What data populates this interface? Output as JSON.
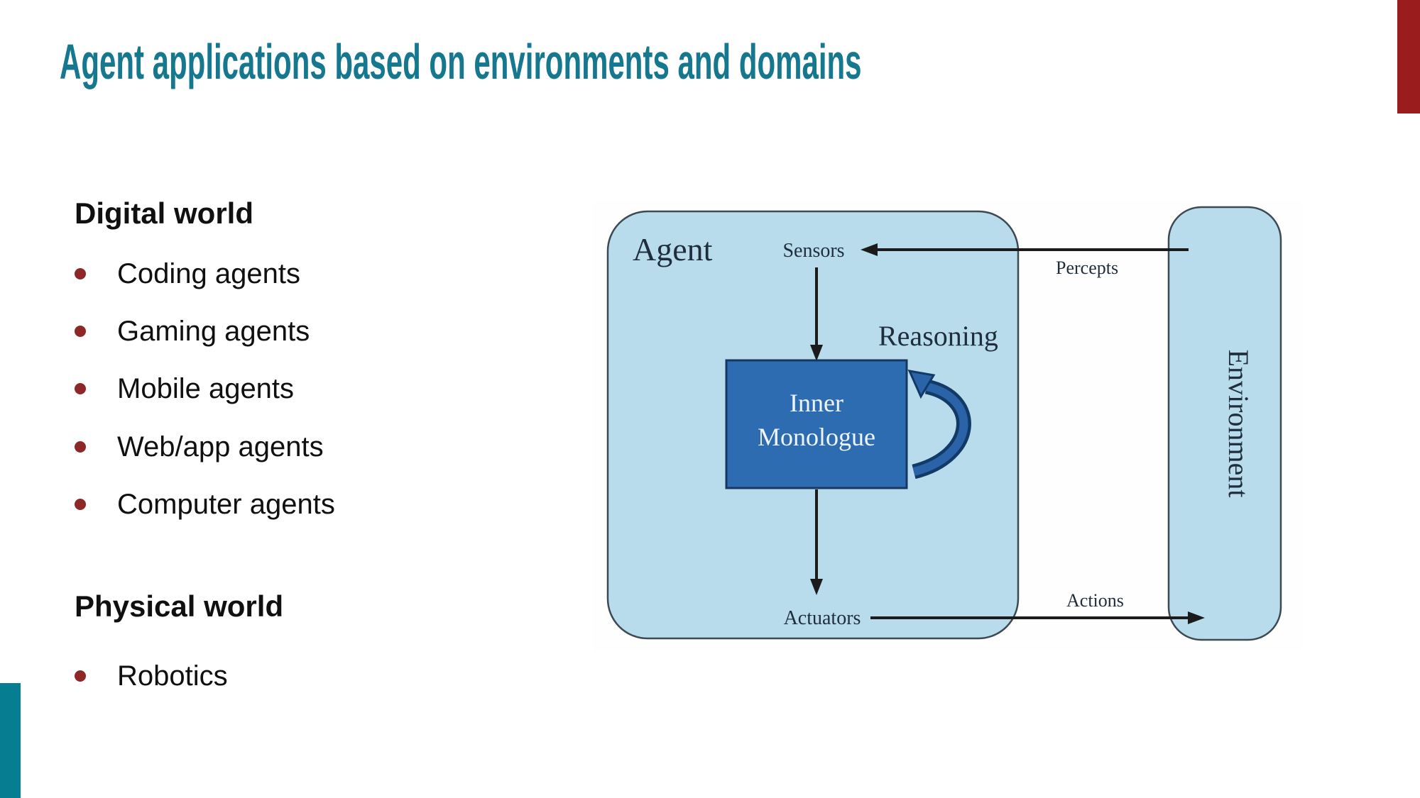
{
  "slide": {
    "title": "Agent applications based on environments and domains",
    "sections": [
      {
        "heading": "Digital world",
        "items": [
          "Coding agents",
          "Gaming agents",
          "Mobile agents",
          "Web/app agents",
          "Computer agents"
        ]
      },
      {
        "heading": "Physical world",
        "items": [
          "Robotics"
        ]
      }
    ],
    "accent_colors": {
      "title_teal": "#16788e",
      "top_right_bar_red": "#9b1c1c",
      "bottom_left_bar_teal": "#077d92",
      "bullet_red": "#8e2727"
    }
  },
  "diagram": {
    "agent_label": "Agent",
    "environment_label": "Environment",
    "sensors_label": "Sensors",
    "actuators_label": "Actuators",
    "percepts_label": "Percepts",
    "actions_label": "Actions",
    "reasoning_label": "Reasoning",
    "inner_monologue_line1": "Inner",
    "inner_monologue_line2": "Monologue",
    "colors": {
      "box_fill": "#b9dcec",
      "box_stroke": "#3d4a54",
      "inner_box_fill": "#2e6cb2",
      "inner_box_stroke": "#16375f",
      "inner_text": "#eef4fb",
      "arrow_black": "#1b1b1b",
      "loop_fill": "#2b63a8",
      "loop_outline": "#123a66",
      "diagram_text": "#1f2d3d"
    }
  }
}
